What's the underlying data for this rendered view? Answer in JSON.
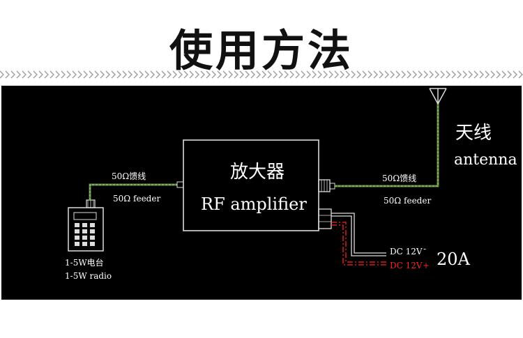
{
  "title": "使用方法",
  "amplifier": {
    "label_cn": "放大器",
    "label_en": "RF amplifier"
  },
  "antenna": {
    "label_cn": "天线",
    "label_en": "antenna"
  },
  "radio": {
    "label_cn": "1-5W电台",
    "label_en": "1-5W radio"
  },
  "feeder_left": {
    "label_cn": "50Ω馈线",
    "label_en": "50Ω feeder"
  },
  "feeder_right": {
    "label_cn": "50Ω馈线",
    "label_en": "50Ω feeder"
  },
  "power": {
    "neg_label": "DC 12V",
    "neg_sign": "-",
    "pos_label": "DC 12V",
    "pos_sign": "+",
    "current": "20A"
  },
  "colors": {
    "background": "#000000",
    "line_white": "#ffffff",
    "feeder_green": "#5c8a3c",
    "positive_red": "#ff2020"
  }
}
